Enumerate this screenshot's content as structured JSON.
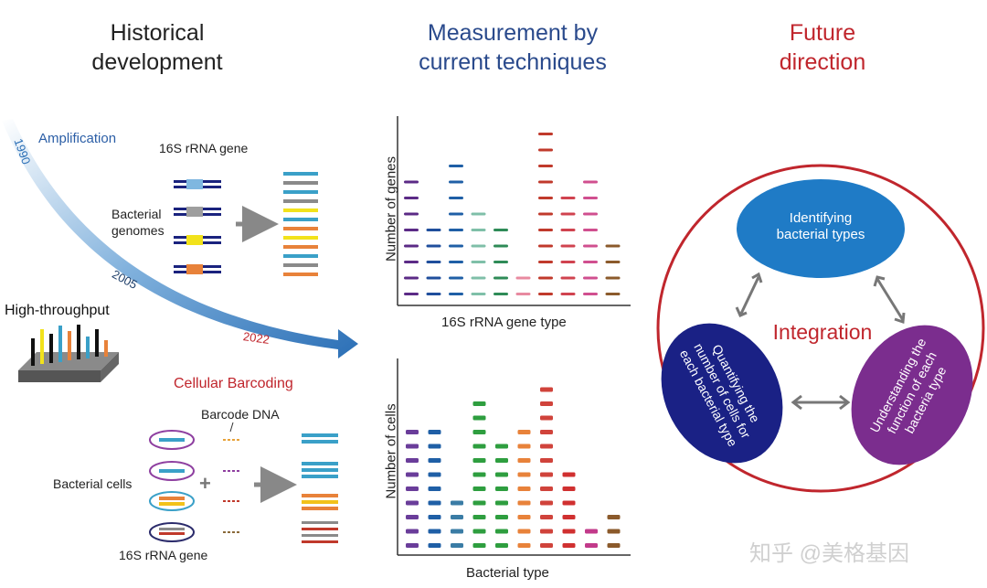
{
  "headings": {
    "historical": "Historical\ndevelopment",
    "measurement": "Measurement by\ncurrent techniques",
    "future": "Future\ndirection"
  },
  "timeline": {
    "years": [
      "1990",
      "2005",
      "2022"
    ],
    "amplification": "Amplification",
    "high_throughput": "High-throughput",
    "cellular_barcoding": "Cellular Barcoding"
  },
  "amplification_panel": {
    "gene_label": "16S rRNA gene",
    "genomes_label": "Bacterial\ngenomes"
  },
  "barcoding_panel": {
    "barcode_label": "Barcode DNA",
    "cells_label": "Bacterial cells",
    "gene_label": "16S rRNA gene",
    "plus": "+"
  },
  "gene_chart": {
    "ylabel": "Number of genes",
    "xlabel": "16S rRNA gene type",
    "colors": [
      "#5b2a86",
      "#1f4e9c",
      "#1f5fa6",
      "#7fbfa8",
      "#2e8b57",
      "#e88aa0",
      "#c0392b",
      "#d0434f",
      "#d04f8f",
      "#8b5a2b"
    ],
    "values": [
      8,
      5,
      9,
      6,
      5,
      2,
      11,
      7,
      8,
      4
    ]
  },
  "cell_chart": {
    "ylabel": "Number of cells",
    "xlabel": "Bacterial type",
    "colors": [
      "#6a3d9a",
      "#1f5fa6",
      "#3a7ca5",
      "#2e9e3f",
      "#2e9e3f",
      "#e8823a",
      "#d0433b",
      "#d03030",
      "#c23a8a",
      "#8b5a2b"
    ],
    "values": [
      9,
      9,
      4,
      11,
      8,
      9,
      12,
      6,
      2,
      3
    ]
  },
  "future_panel": {
    "center": "Integration",
    "top": "Identifying\nbacterial types",
    "left": "Quantifying the\nnumber of cells for\neach bacterial type",
    "right": "Understanding the\nfunction of each\nbacteria type"
  },
  "watermark": "知乎 @美格基因"
}
